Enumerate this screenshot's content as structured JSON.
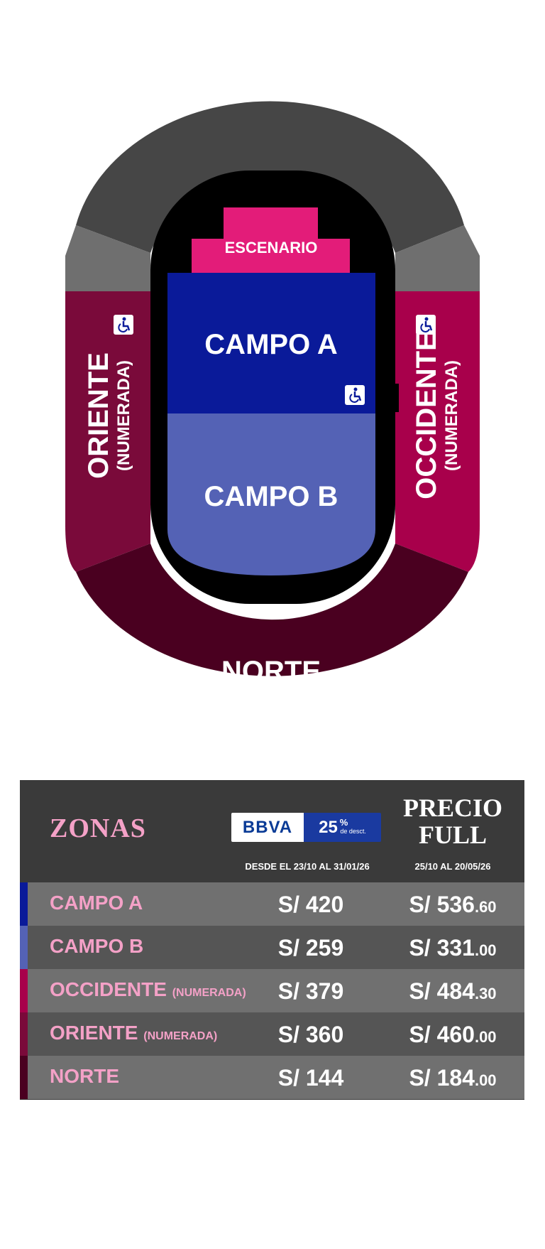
{
  "colors": {
    "gallery_top": "#464646",
    "gallery_side": "#6f6f6f",
    "track": "#000000",
    "stage": "#e31c79",
    "campo_a": "#0a1a99",
    "campo_b": "#5462b5",
    "occidente": "#a8004b",
    "oriente": "#7a0a3a",
    "norte": "#4a0020",
    "zone_text": "#f4a1c7",
    "table_bg": "#3a3a3a",
    "row_light": "#707070",
    "row_dark": "#555555"
  },
  "map": {
    "stage_label": "ESCENARIO",
    "campo_a_label": "CAMPO A",
    "campo_b_label": "CAMPO B",
    "oriente_label": "ORIENTE",
    "oriente_sub": "(NUMERADA)",
    "occidente_label": "OCCIDENTE",
    "occidente_sub": "(NUMERADA)",
    "norte_label": "NORTE",
    "accessibility_icon": "wheelchair-icon"
  },
  "table": {
    "zonas_title": "ZONAS",
    "bbva_logo": "BBVA",
    "bbva_discount": "25",
    "bbva_discount_sign": "%",
    "bbva_discount_note": "de desct.",
    "precio_full_line1": "PRECIO",
    "precio_full_line2": "FULL",
    "bbva_dates": "DESDE EL  23/10  AL 31/01/26",
    "full_dates": "25/10  AL  20/05/26",
    "rows": [
      {
        "zone": "CAMPO A",
        "sub": "",
        "price": "S/ 420",
        "full_main": "S/ 536",
        "full_cents": ".60"
      },
      {
        "zone": "CAMPO B",
        "sub": "",
        "price": "S/ 259",
        "full_main": "S/ 331",
        "full_cents": ".00"
      },
      {
        "zone": "OCCIDENTE",
        "sub": "(NUMERADA)",
        "price": "S/ 379",
        "full_main": "S/ 484",
        "full_cents": ".30"
      },
      {
        "zone": "ORIENTE",
        "sub": "(NUMERADA)",
        "price": "S/ 360",
        "full_main": "S/ 460",
        "full_cents": ".00"
      },
      {
        "zone": "NORTE",
        "sub": "",
        "price": "S/ 144",
        "full_main": "S/ 184",
        "full_cents": ".00"
      }
    ]
  }
}
